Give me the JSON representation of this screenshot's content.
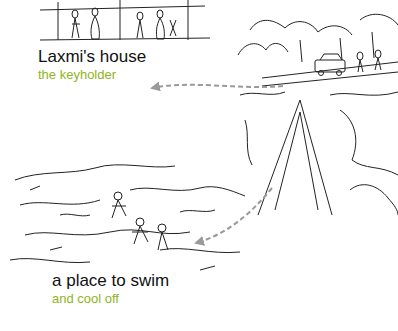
{
  "diagram": {
    "nodes": [
      {
        "text": [
          "Laxmi's house",
          "the keyholder"
        ]
      },
      {
        "text": [
          "a place to swim",
          "and cool off"
        ]
      }
    ]
  }
}
